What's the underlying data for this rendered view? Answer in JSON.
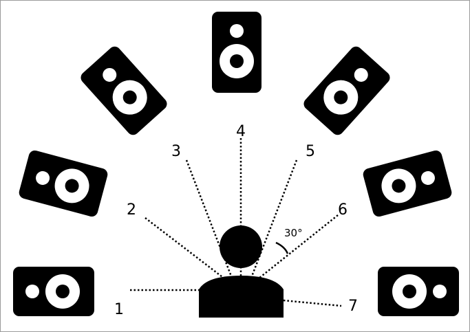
{
  "diagram": {
    "speaker_labels": [
      "1",
      "2",
      "3",
      "4",
      "5",
      "6",
      "7"
    ],
    "angle_label": "30°",
    "colors": {
      "ink": "#000000",
      "background": "#ffffff"
    }
  }
}
